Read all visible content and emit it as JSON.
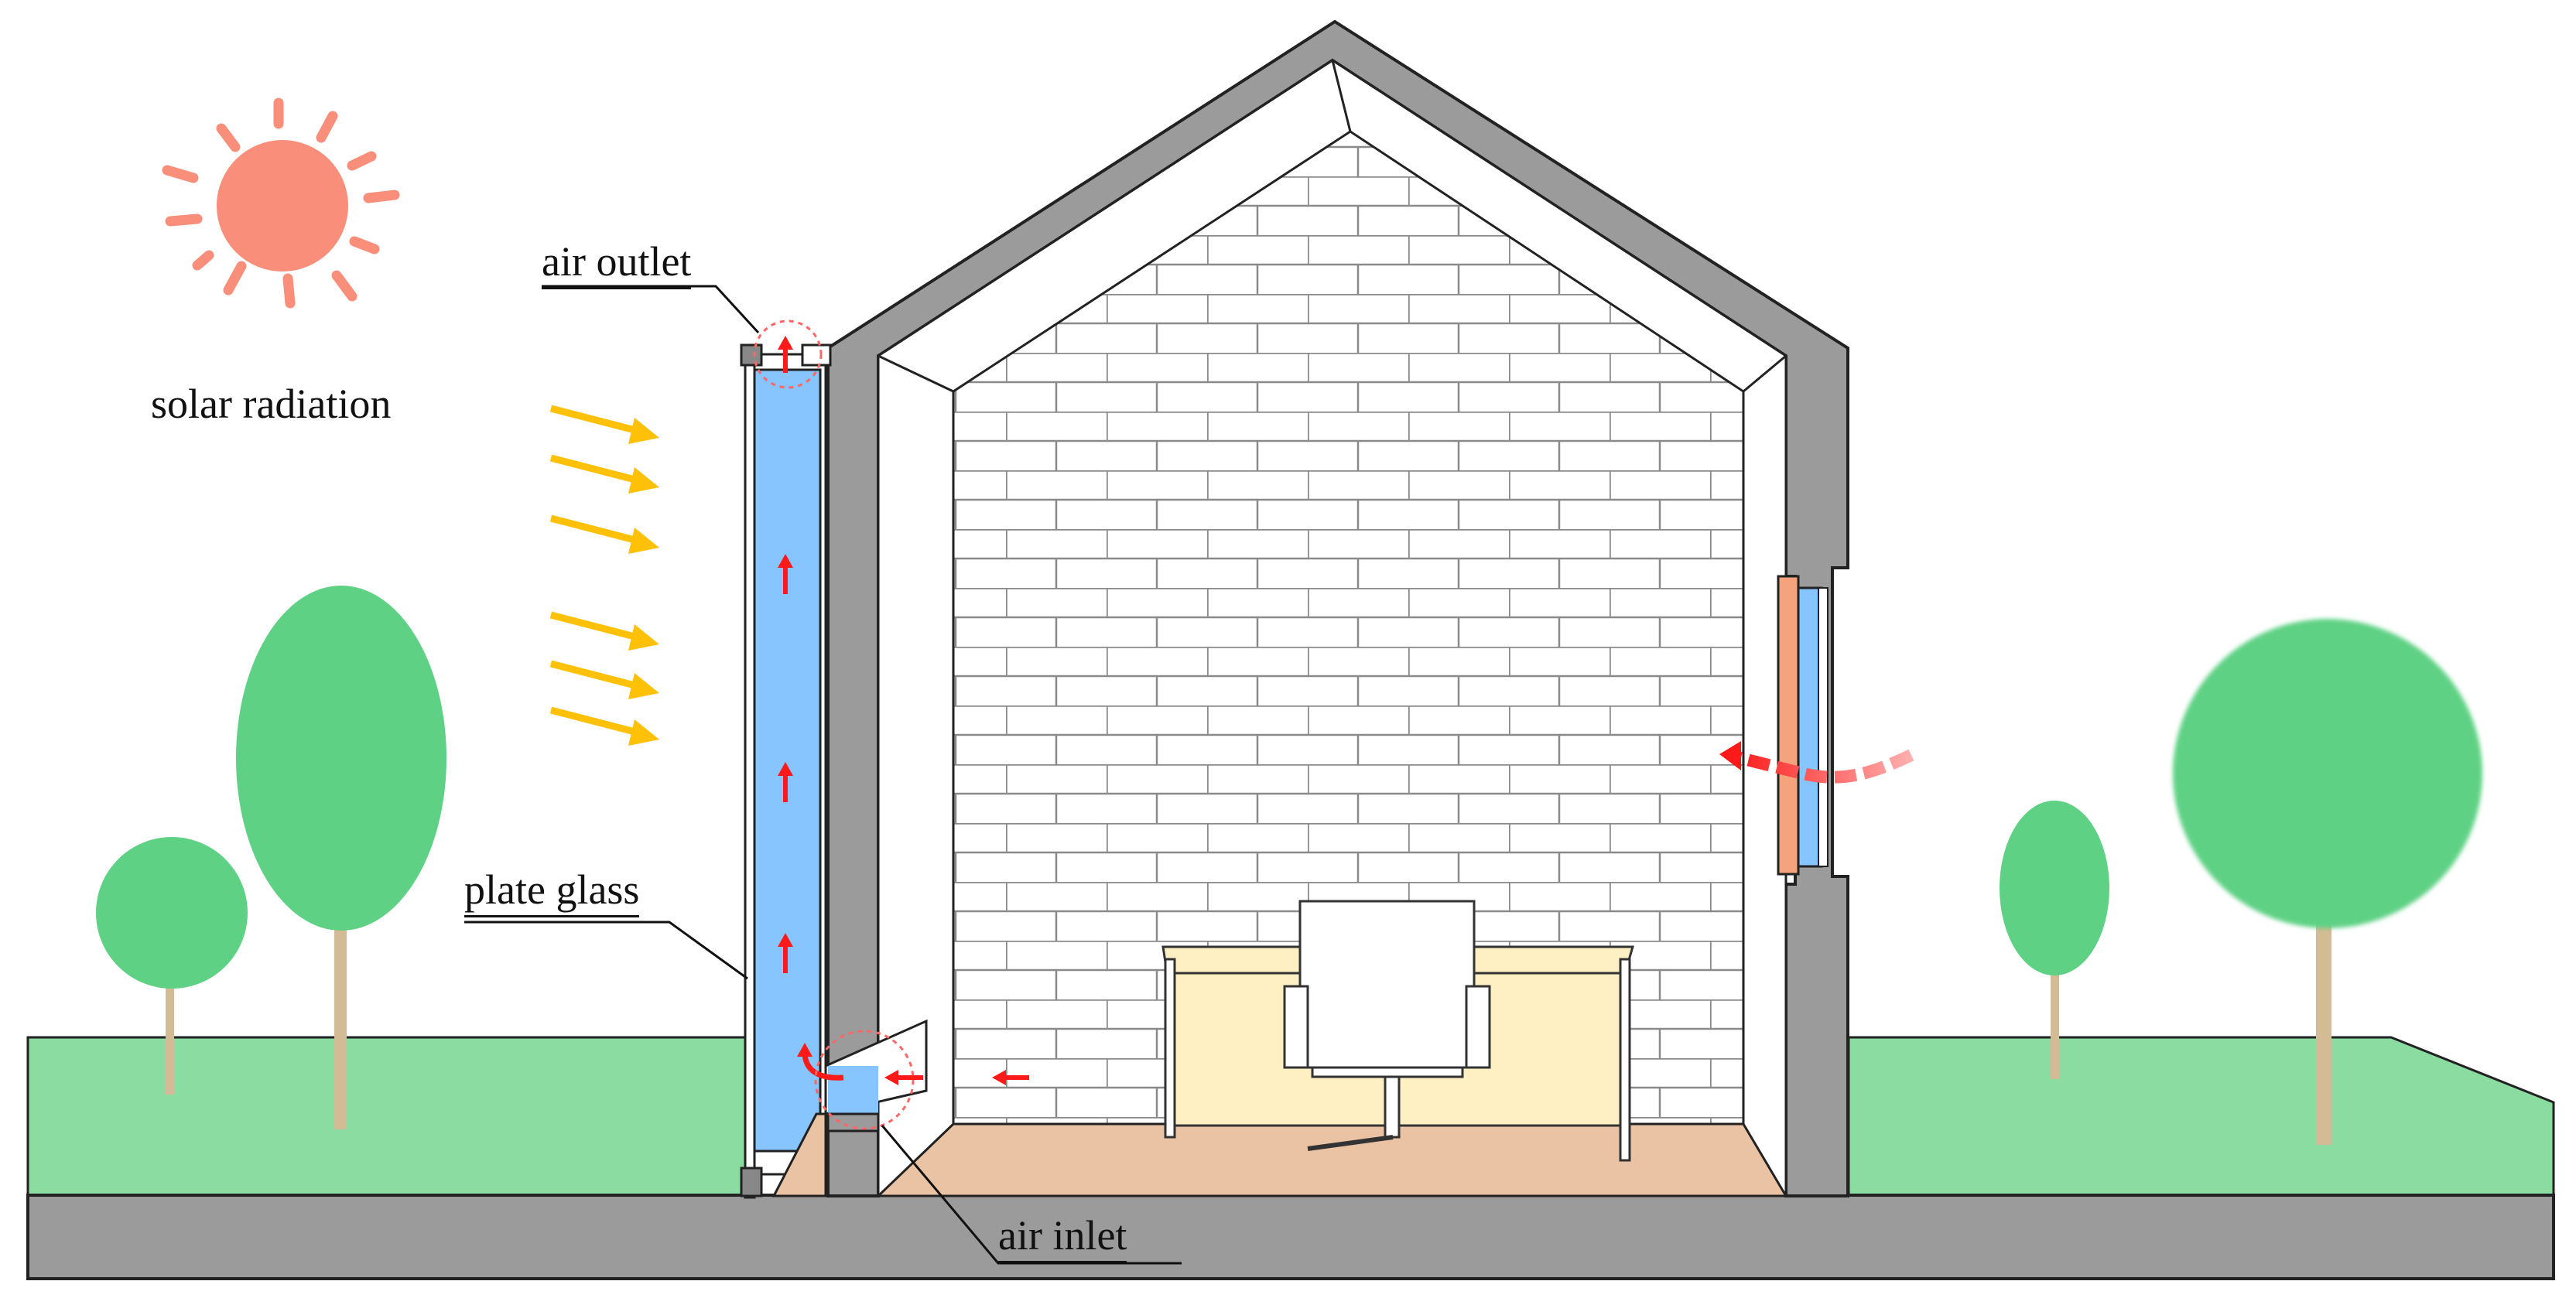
{
  "labels": {
    "solar_radiation": "solar radiation",
    "air_outlet": "air outlet",
    "plate_glass": "plate glass",
    "air_inlet": "air inlet"
  },
  "colors": {
    "sun": "#F98E7B",
    "solar_rays": "#FFC107",
    "tree_foliage": "#5FD184",
    "tree_trunk": "#D3BC95",
    "lawn": "#8ADCA0",
    "wall": "#9B9B9B",
    "glass_cavity": "#86C5FF",
    "floor": "#EAC3A4",
    "desk": "#FFF0C4",
    "air_flow": "#FF1A1A",
    "window_frame": "#F4A37C"
  },
  "icons": {
    "sun": "sun-icon",
    "rays": "arrow-right-icon",
    "flow": "arrow-up-icon",
    "tree": "tree-icon",
    "chair": "chair-icon",
    "desk": "desk-icon"
  }
}
